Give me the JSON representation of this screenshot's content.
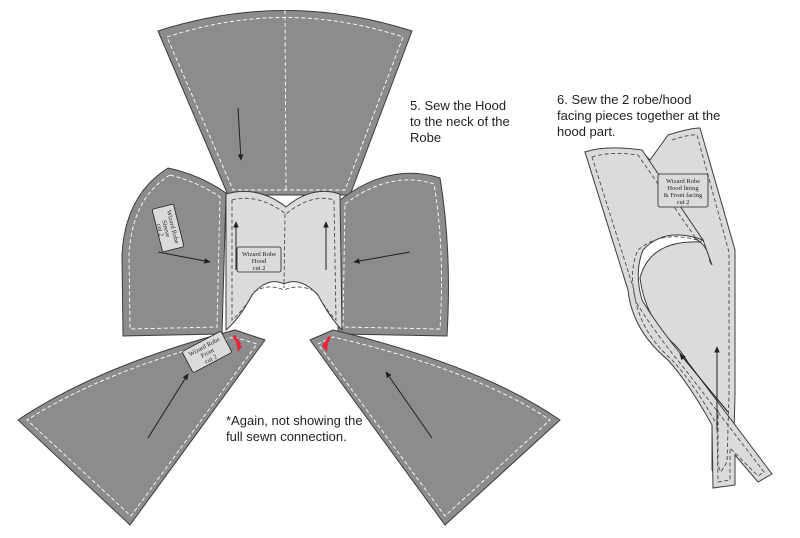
{
  "steps": {
    "step5": "5. Sew the Hood\nto the neck of the\nRobe",
    "step6": "6. Sew the 2 robe/hood\nfacing pieces together at the\nhood part.",
    "note": "*Again, not showing the\nfull sewn connection."
  },
  "pieces": {
    "hood": {
      "line1": "Wizard Robe",
      "line2": "Hood",
      "line3": "cut 2"
    },
    "sleeve": {
      "line1": "Wizard Robe",
      "line2": "Sleeve",
      "line3": "cut 2"
    },
    "front": {
      "line1": "Wizard Robe",
      "line2": "Front",
      "line3": "cut 2"
    },
    "facing": {
      "line1": "Wizard Robe",
      "line2": "Hood lining",
      "line3": "& Front facing",
      "line4": "cut 2"
    }
  },
  "colors": {
    "fabric": "#8c8c8e",
    "lining": "#dadbdc",
    "pin": "#e8233a"
  }
}
